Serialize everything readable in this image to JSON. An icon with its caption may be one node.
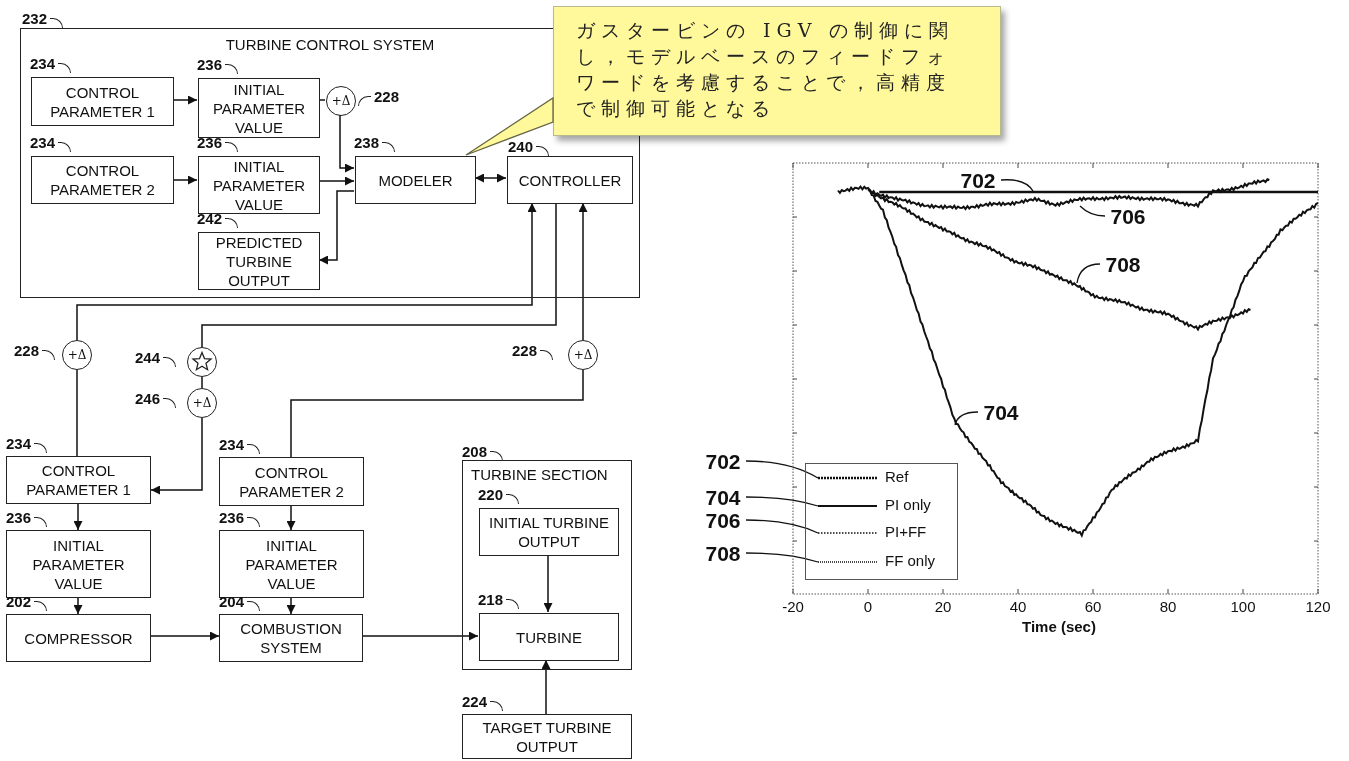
{
  "diagram": {
    "nodes": [
      {
        "text": [
          "TURBINE CONTROL SYSTEM"
        ],
        "beside": [
          "232"
        ]
      },
      {
        "text": [
          "CONTROL PARAMETER 1"
        ],
        "beside": [
          "234"
        ],
        "in": 0
      },
      {
        "text": [
          "INITIAL PARAMETER VALUE"
        ],
        "beside": [
          "236"
        ],
        "in": 0
      },
      {
        "text": [
          "+Δ"
        ],
        "beside": [
          "228"
        ],
        "in": 0
      },
      {
        "text": [
          "CONTROL PARAMETER 2"
        ],
        "beside": [
          "234"
        ],
        "in": 0
      },
      {
        "text": [
          "INITIAL PARAMETER VALUE"
        ],
        "beside": [
          "236"
        ],
        "in": 0
      },
      {
        "text": [
          "MODELER"
        ],
        "beside": [
          "238"
        ],
        "in": 0
      },
      {
        "text": [
          "CONTROLLER"
        ],
        "beside": [
          "240"
        ],
        "in": 0
      },
      {
        "text": [
          "PREDICTED TURBINE OUTPUT"
        ],
        "beside": [
          "242"
        ],
        "in": 0
      },
      {
        "text": [
          "+Δ"
        ],
        "beside": [
          "228"
        ]
      },
      {
        "text": [],
        "shape": "circle",
        "beside": [
          "244"
        ]
      },
      {
        "text": [
          "+Δ"
        ],
        "beside": [
          "246"
        ]
      },
      {
        "text": [
          "+Δ"
        ],
        "beside": [
          "228"
        ]
      },
      {
        "text": [
          "CONTROL PARAMETER 1"
        ],
        "beside": [
          "234"
        ]
      },
      {
        "text": [
          "CONTROL PARAMETER 2"
        ],
        "beside": [
          "234"
        ]
      },
      {
        "text": [
          "TURBINE SECTION"
        ],
        "beside": [
          "208"
        ]
      },
      {
        "text": [
          "INITIAL PARAMETER VALUE"
        ],
        "beside": [
          "236"
        ]
      },
      {
        "text": [
          "INITIAL PARAMETER VALUE"
        ],
        "beside": [
          "236"
        ]
      },
      {
        "text": [
          "INITIAL TURBINE OUTPUT"
        ],
        "beside": [
          "220"
        ],
        "in": 15
      },
      {
        "text": [
          "COMPRESSOR"
        ],
        "beside": [
          "202"
        ]
      },
      {
        "text": [
          "COMBUSTION SYSTEM"
        ],
        "beside": [
          "204"
        ]
      },
      {
        "text": [
          "TURBINE"
        ],
        "beside": [
          "218"
        ],
        "in": 15
      },
      {
        "text": [
          "TARGET TURBINE OUTPUT"
        ],
        "beside": [
          "224"
        ]
      },
      {
        "text": [
          "ガスタービンの IGV の制御に関し，モデルベースのフィードフォワードを考慮することで，高精度で制御可能となる"
        ]
      },
      {
        "text": [
          "702"
        ]
      },
      {
        "text": [
          "706"
        ]
      },
      {
        "text": [
          "708"
        ]
      },
      {
        "text": [
          "704"
        ]
      },
      {
        "text": [
          "702"
        ]
      },
      {
        "text": [
          "704"
        ]
      },
      {
        "text": [
          "706"
        ]
      },
      {
        "text": [
          "708"
        ]
      }
    ],
    "edges": [
      {
        "from": 1,
        "to": 2,
        "arrow": "to"
      },
      {
        "from": 4,
        "to": 5,
        "arrow": "to"
      },
      {
        "from": 2,
        "to": 3,
        "arrow": "none"
      },
      {
        "from": 3,
        "to": 6,
        "arrow": "to"
      },
      {
        "from": 5,
        "to": 6,
        "arrow": "to"
      },
      {
        "from": 6,
        "to": 8,
        "arrow": "to"
      },
      {
        "from": 6,
        "to": 7,
        "arrow": "both"
      },
      {
        "from": 9,
        "to": 7,
        "arrow": "to"
      },
      {
        "from": 7,
        "to": 10,
        "arrow": "none"
      },
      {
        "from": 10,
        "to": 11,
        "arrow": "none"
      },
      {
        "from": 11,
        "to": 13,
        "arrow": "to"
      },
      {
        "from": 12,
        "to": 7,
        "arrow": "to"
      },
      {
        "from": 14,
        "to": 12,
        "arrow": "none"
      },
      {
        "from": 13,
        "to": 9,
        "arrow": "none"
      },
      {
        "from": 13,
        "to": 16,
        "arrow": "to"
      },
      {
        "from": 14,
        "to": 17,
        "arrow": "to"
      },
      {
        "from": 16,
        "to": 19,
        "arrow": "to"
      },
      {
        "from": 17,
        "to": 20,
        "arrow": "to"
      },
      {
        "from": 19,
        "to": 20,
        "arrow": "to"
      },
      {
        "from": 20,
        "to": 21,
        "arrow": "to"
      },
      {
        "from": 18,
        "to": 21,
        "arrow": "to"
      },
      {
        "from": 22,
        "to": 21,
        "arrow": "to"
      },
      {
        "from": 23,
        "to": 6,
        "arrow": "none"
      },
      {
        "from": 24,
        "to": null,
        "arrow": "none"
      },
      {
        "from": 25,
        "to": null,
        "arrow": "none"
      },
      {
        "from": 26,
        "to": null,
        "arrow": "none"
      },
      {
        "from": 27,
        "to": null,
        "arrow": "none"
      },
      {
        "from": 28,
        "to": null,
        "arrow": "none"
      },
      {
        "from": 29,
        "to": null,
        "arrow": "none"
      },
      {
        "from": 30,
        "to": null,
        "arrow": "none"
      },
      {
        "from": 31,
        "to": null,
        "arrow": "none"
      }
    ],
    "labels": [
      "-20",
      "0",
      "20",
      "40",
      "60",
      "80",
      "100",
      "120",
      "Time (sec)"
    ],
    "legend": [
      {
        "text": "Ref"
      },
      {
        "text": "PI only"
      },
      {
        "text": "PI+FF"
      },
      {
        "text": "FF only"
      }
    ]
  }
}
